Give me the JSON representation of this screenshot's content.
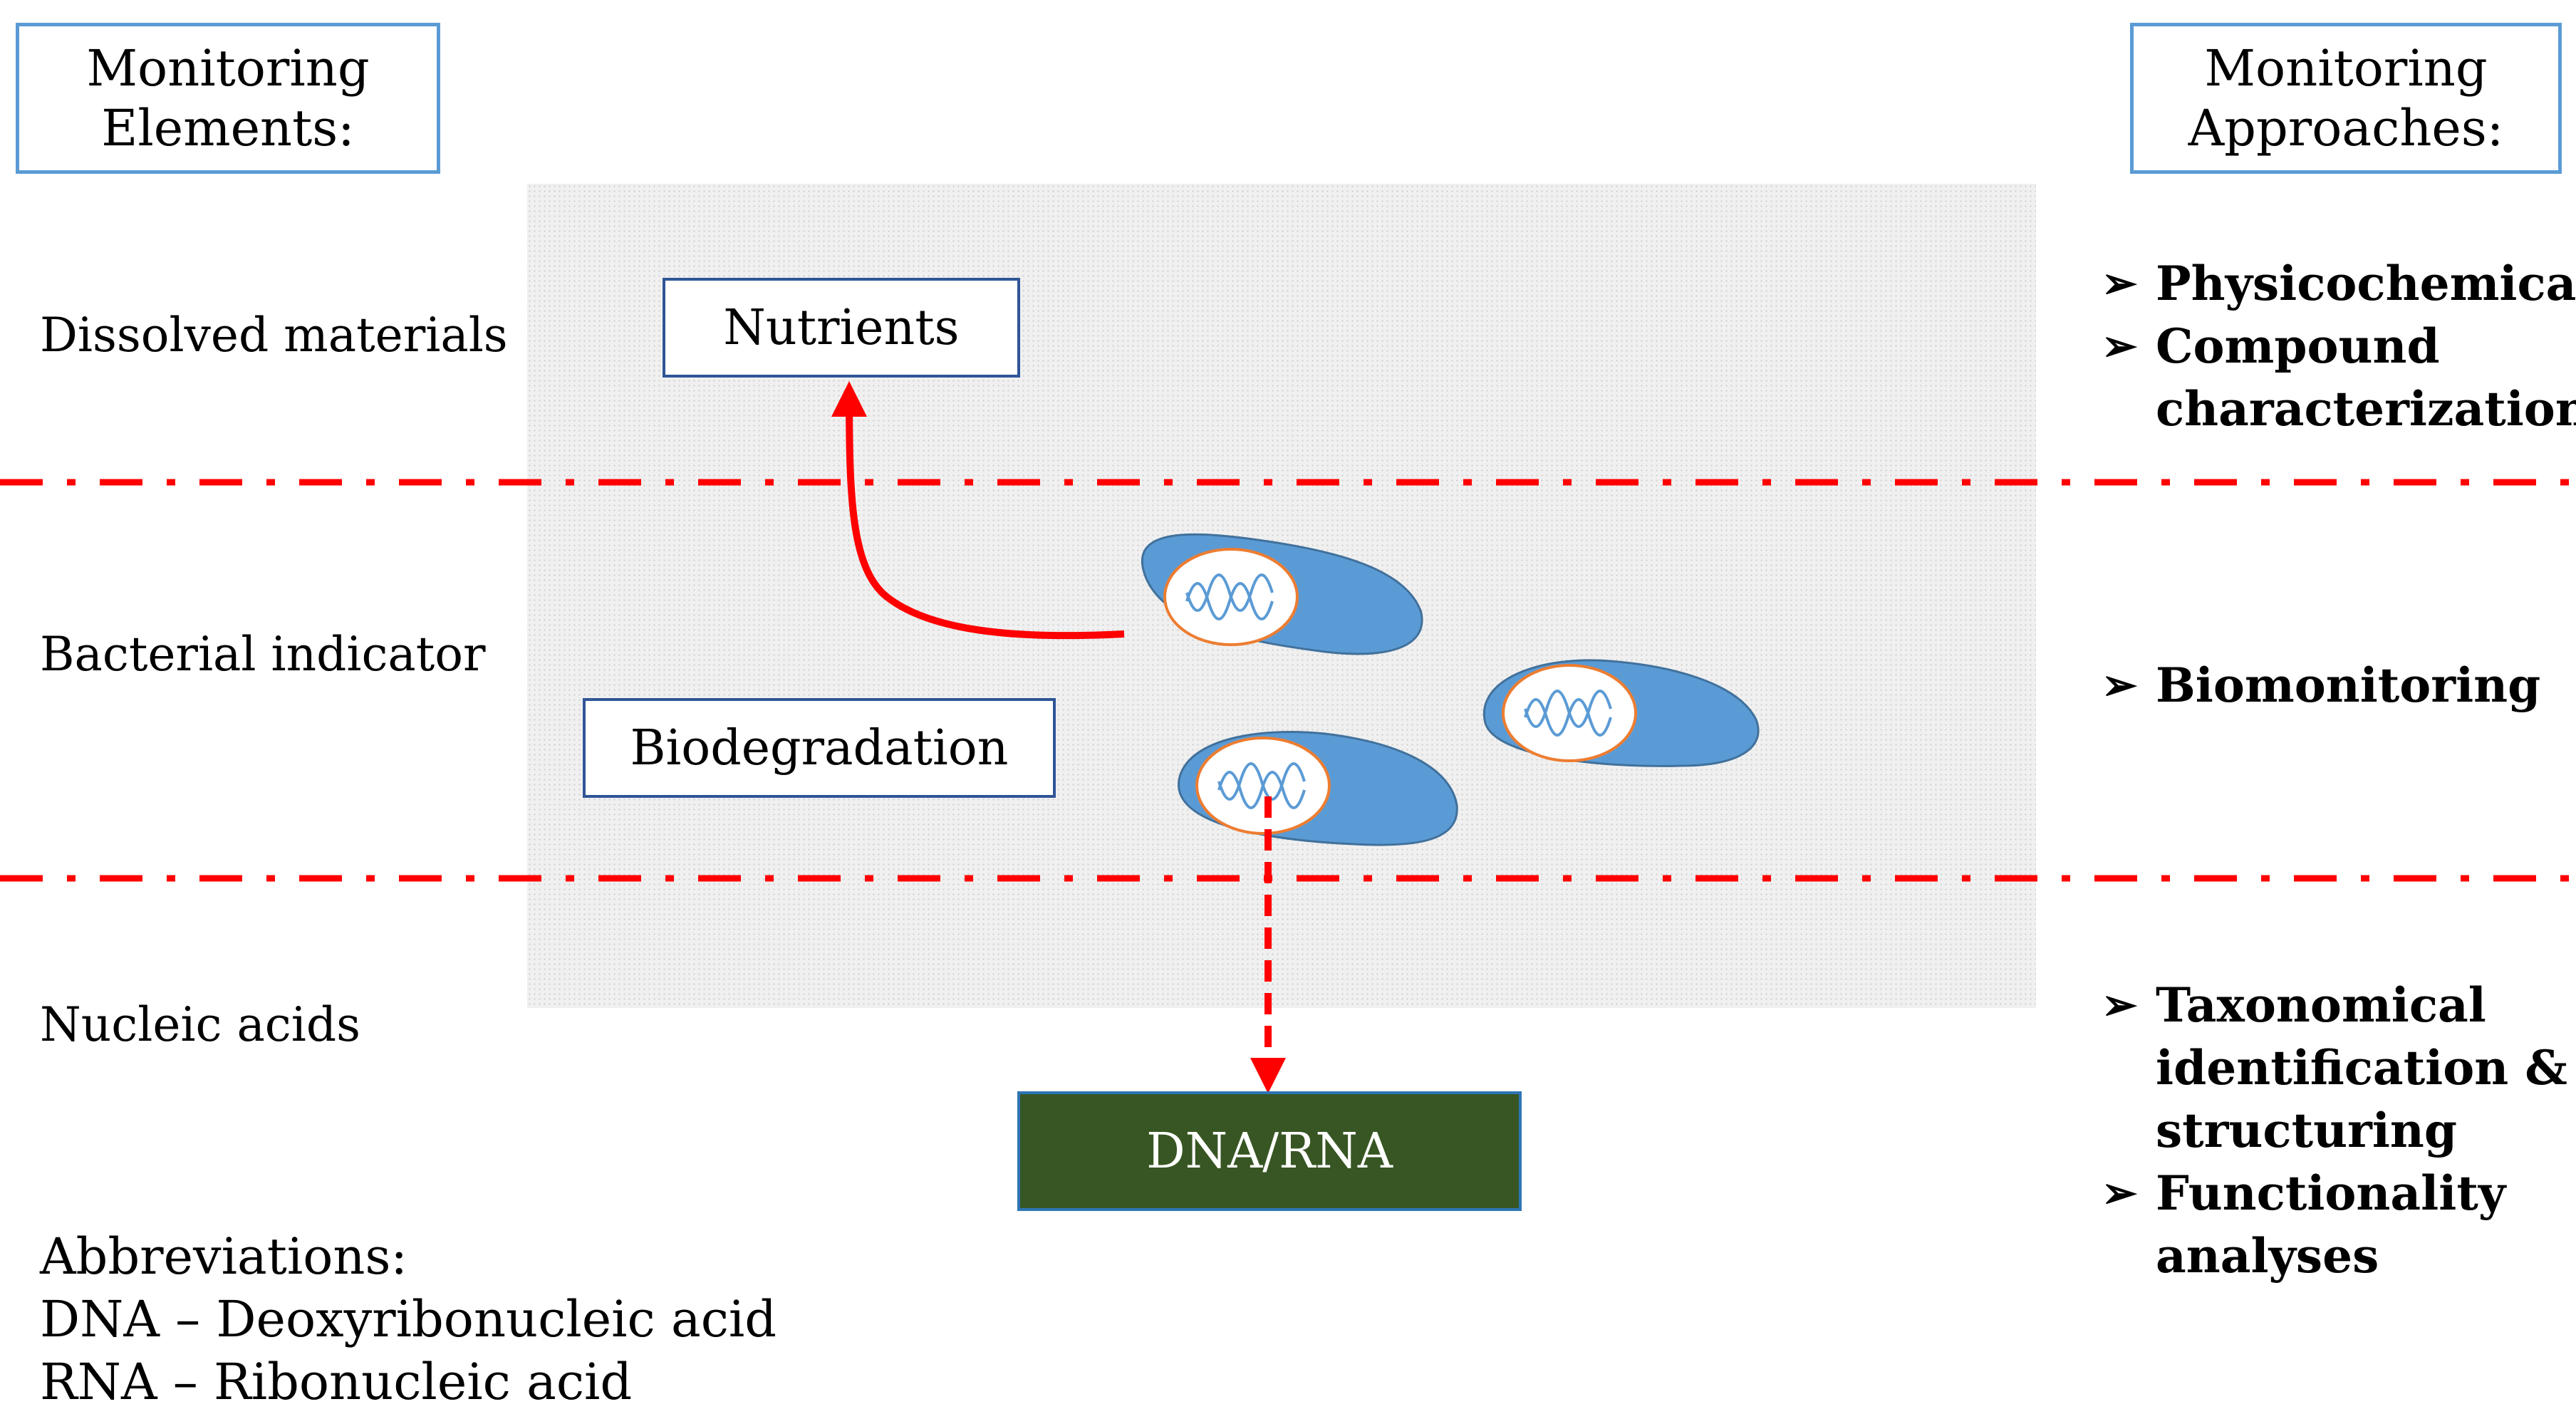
{
  "headers": {
    "elements": [
      "Monitoring",
      "Elements:"
    ],
    "approaches": [
      "Monitoring",
      "Approaches:"
    ]
  },
  "rows": {
    "dissolved": "Dissolved materials",
    "bacterial": "Bacterial indicator",
    "nucleic": "Nucleic acids"
  },
  "boxes": {
    "nutrients": "Nutrients",
    "biodegradation": "Biodegradation",
    "dna_rna": "DNA/RNA"
  },
  "approaches": {
    "group1": [
      [
        "Physicochemical"
      ],
      [
        "Compound",
        "characterization"
      ]
    ],
    "group2": [
      [
        "Biomonitoring"
      ]
    ],
    "group3": [
      [
        "Taxonomical",
        "identification &",
        "structuring"
      ],
      [
        "Functionality",
        "analyses"
      ]
    ],
    "bullet_glyph": "➢"
  },
  "abbreviations": {
    "title": "Abbreviations:",
    "items": [
      "DNA – Deoxyribonucleic acid",
      "RNA – Ribonucleic acid"
    ]
  },
  "colors": {
    "divider": "#ff0000",
    "arrow": "#ff0000",
    "cell": "#5b9bd5",
    "dna_box": "#375623",
    "header_border": "#5b9bd5"
  }
}
